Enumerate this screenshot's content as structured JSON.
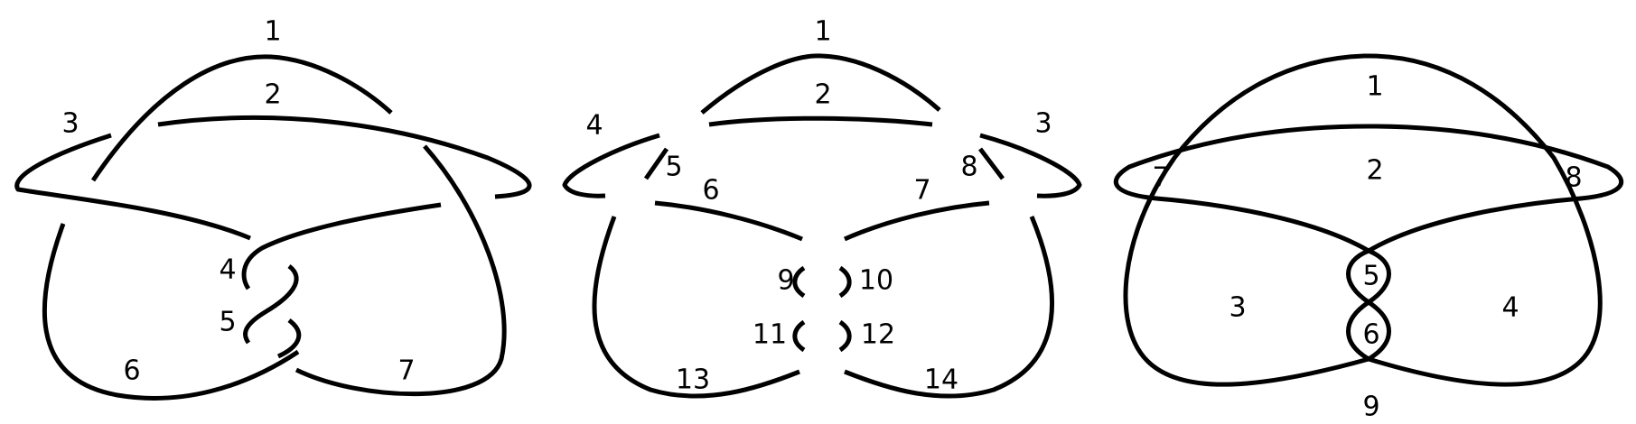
{
  "panels": [
    {
      "name": "knot-diagram",
      "labels": [
        "1",
        "2",
        "3",
        "4",
        "5",
        "6",
        "7"
      ]
    },
    {
      "name": "arc-diagram",
      "labels": [
        "1",
        "2",
        "3",
        "4",
        "5",
        "6",
        "7",
        "8",
        "9",
        "10",
        "11",
        "12",
        "13",
        "14"
      ]
    },
    {
      "name": "region-diagram",
      "labels": [
        "1",
        "2",
        "3",
        "4",
        "5",
        "6",
        "7",
        "8",
        "9"
      ]
    }
  ]
}
